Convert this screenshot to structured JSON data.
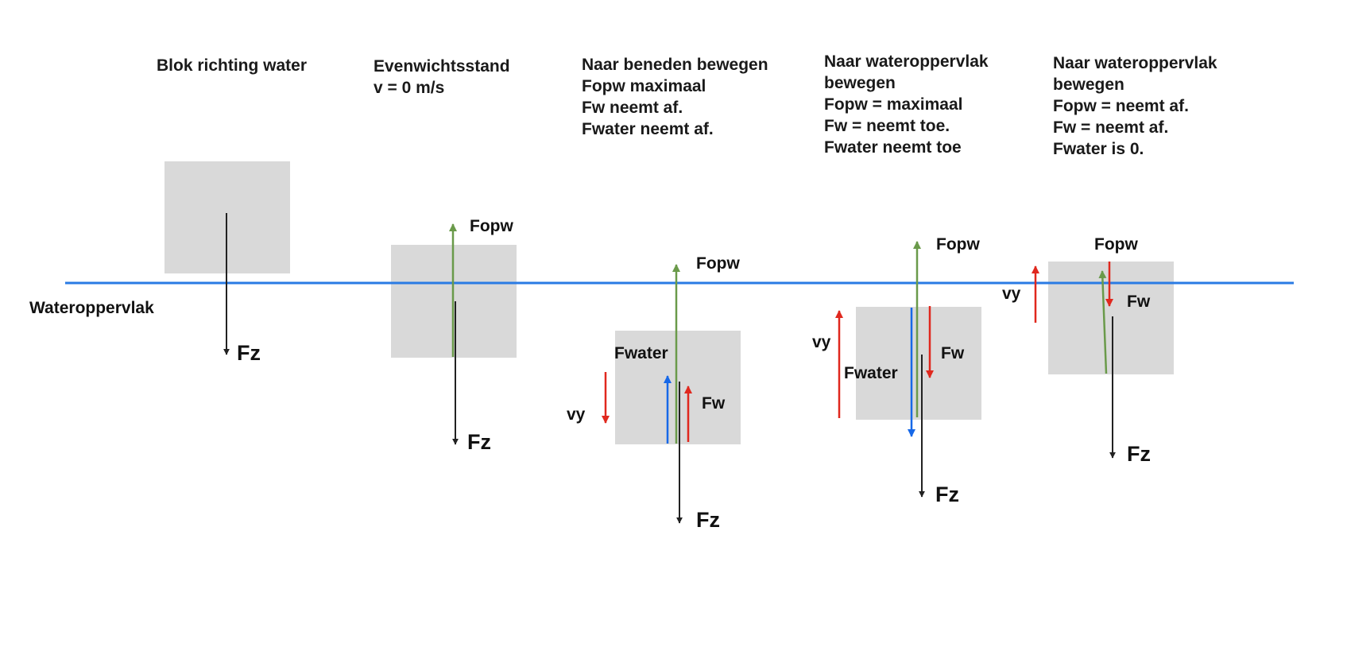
{
  "colors": {
    "water_line": "#2a7be4",
    "block": "#d9d9d9",
    "fz": "#222222",
    "fopw": "#6a9a4a",
    "fw": "#e0281e",
    "vy": "#e0281e",
    "fwater": "#1668e8"
  },
  "surface_label": "Wateroppervlak",
  "panels": [
    {
      "heading": [
        "Blok richting water"
      ],
      "labels": {
        "fz": "Fz"
      }
    },
    {
      "heading": [
        "Evenwichtsstand",
        "v = 0 m/s"
      ],
      "labels": {
        "fopw": "Fopw",
        "fz": "Fz"
      }
    },
    {
      "heading": [
        "Naar beneden bewegen",
        "Fopw maximaal",
        "Fw neemt af.",
        "Fwater neemt af."
      ],
      "labels": {
        "fopw": "Fopw",
        "fwater": "Fwater",
        "vy": "vy",
        "fw": "Fw",
        "fz": "Fz"
      }
    },
    {
      "heading": [
        "Naar wateroppervlak",
        "bewegen",
        "Fopw = maximaal",
        "Fw = neemt toe.",
        "Fwater neemt toe"
      ],
      "labels": {
        "fopw": "Fopw",
        "vy": "vy",
        "fw": "Fw",
        "fwater": "Fwater",
        "fz": "Fz"
      }
    },
    {
      "heading": [
        "Naar wateroppervlak",
        "bewegen",
        "Fopw = neemt af.",
        "Fw = neemt af.",
        "Fwater is 0."
      ],
      "labels": {
        "fopw": "Fopw",
        "vy": "vy",
        "fw": "Fw",
        "fz": "Fz"
      }
    }
  ]
}
